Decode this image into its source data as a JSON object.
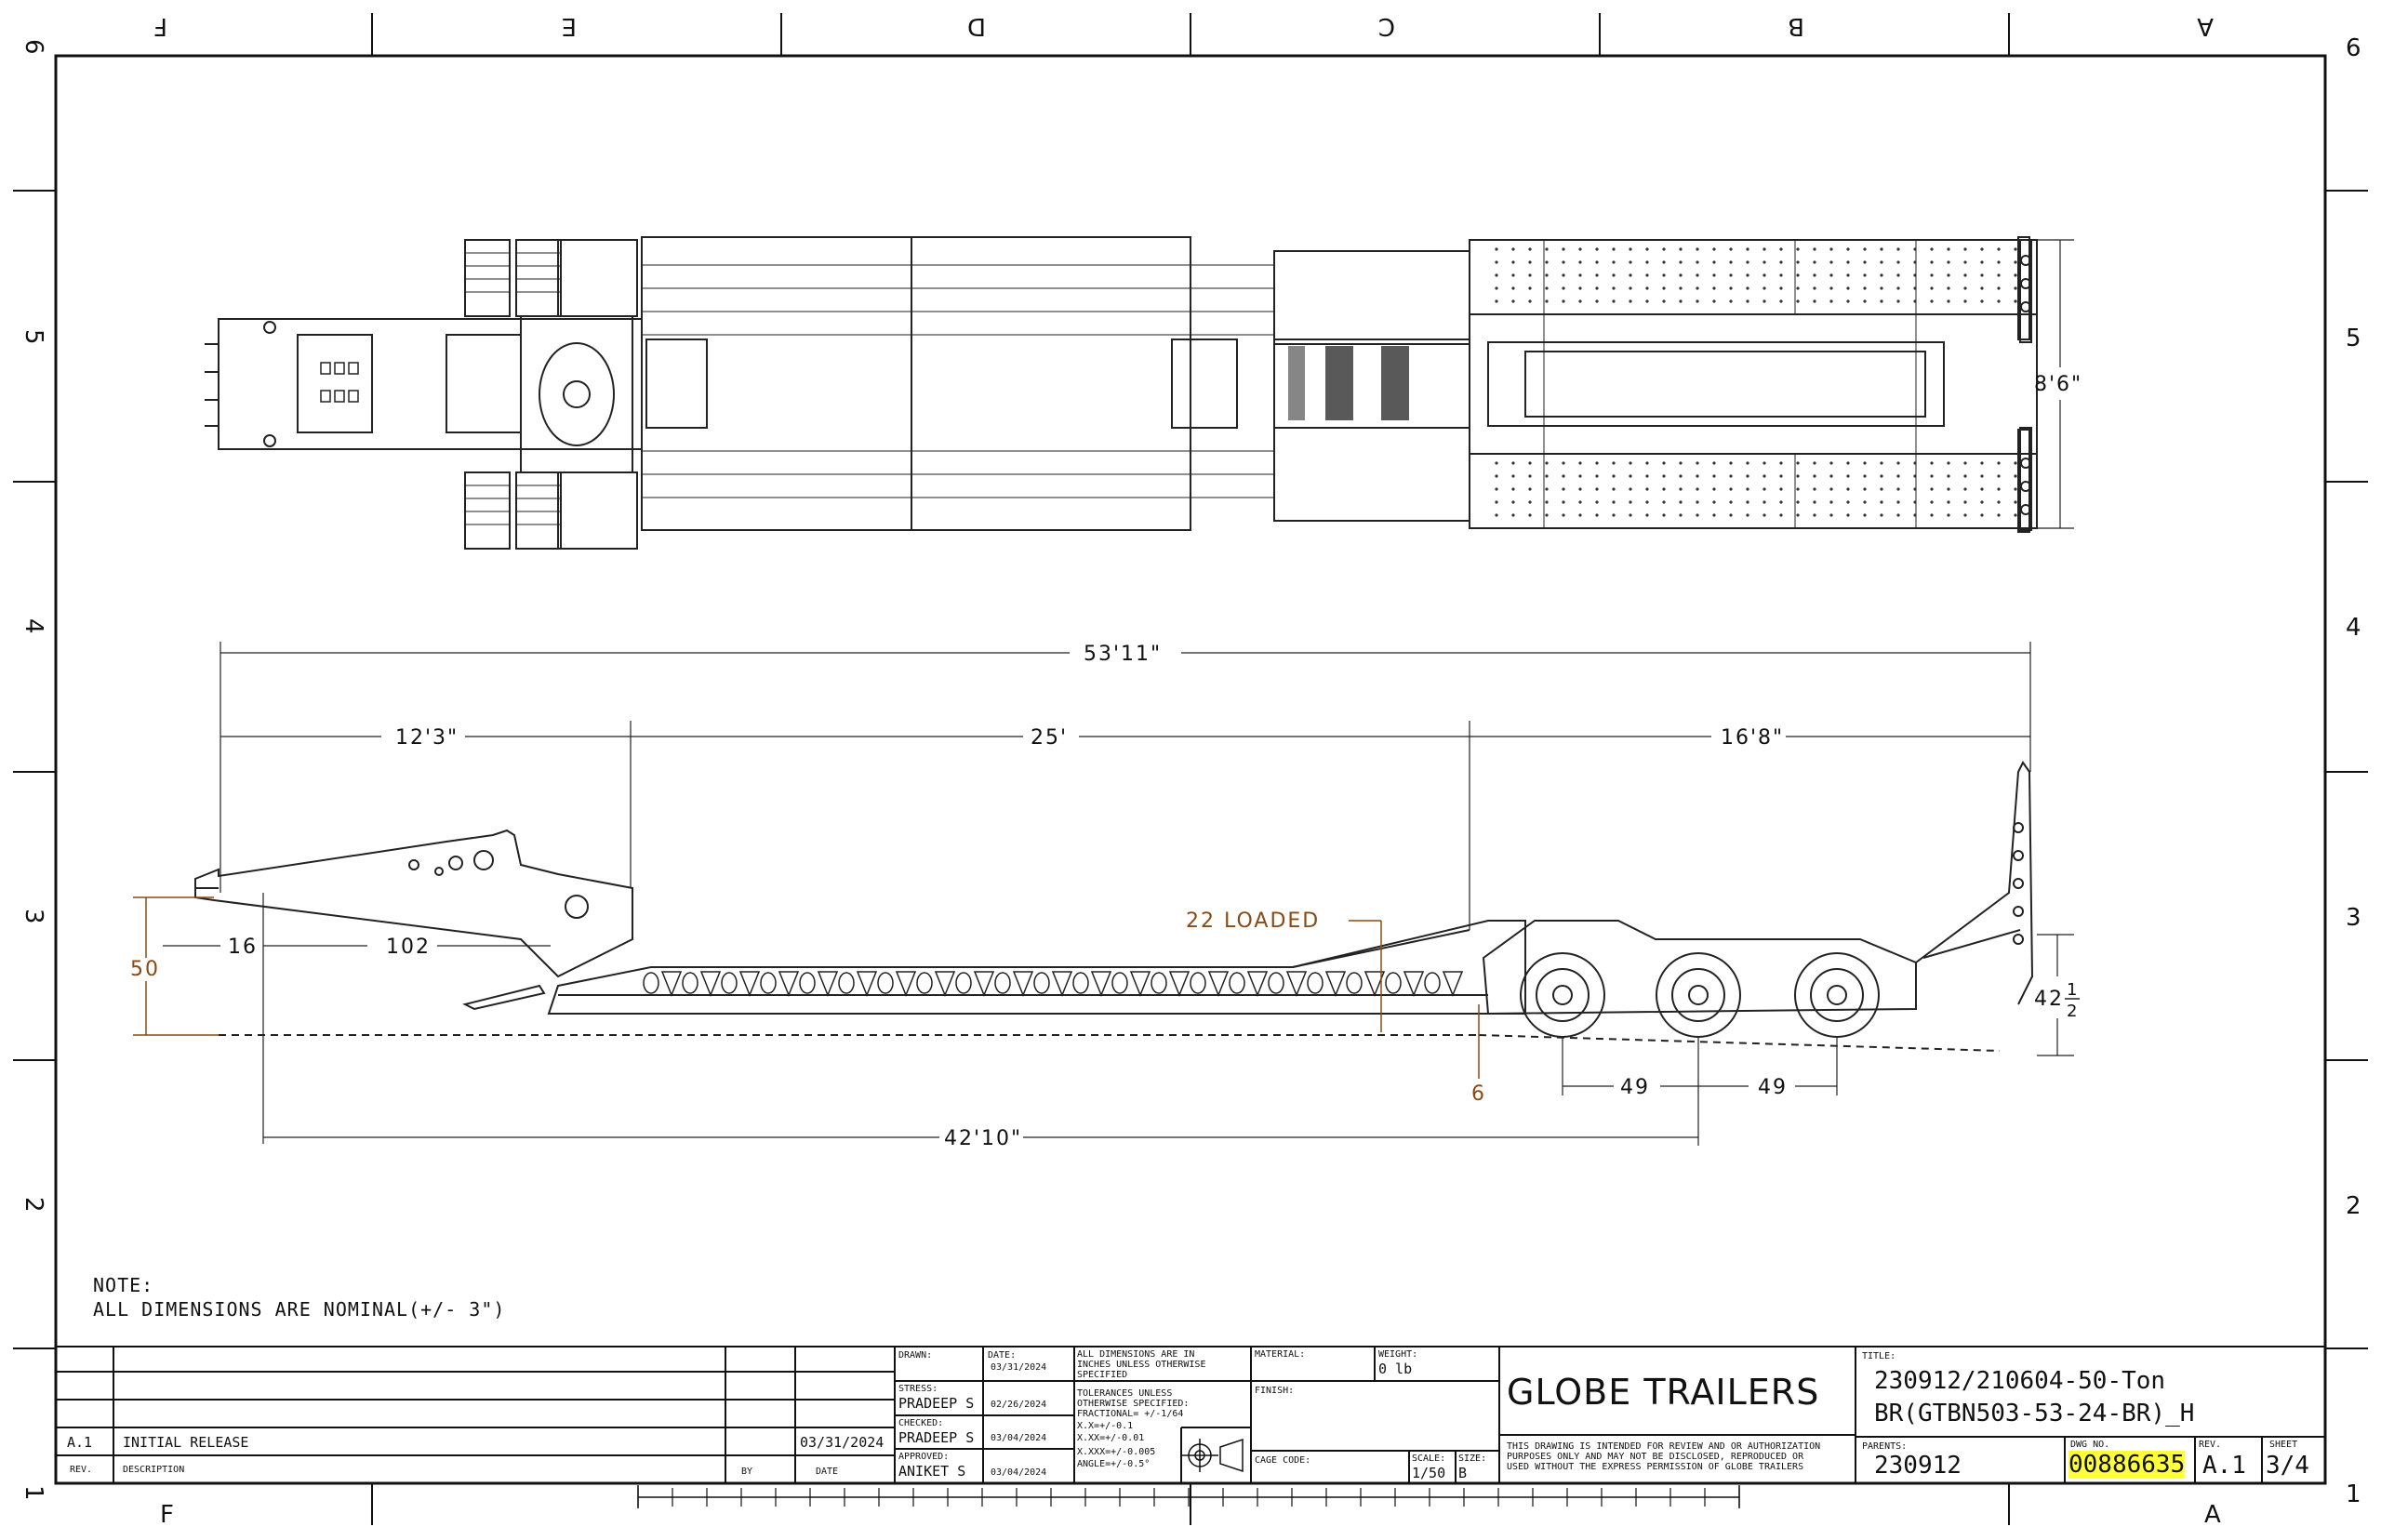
{
  "zones": {
    "columns": [
      "F",
      "E",
      "D",
      "C",
      "B",
      "A"
    ],
    "rows": [
      "6",
      "5",
      "4",
      "3",
      "2",
      "1"
    ]
  },
  "top_view": {
    "width_dim": "8'6\""
  },
  "side_view": {
    "overall": "53'11\"",
    "gooseneck": "12'3\"",
    "deck": "25'",
    "rear": "16'8\"",
    "d16": "16",
    "d102": "102",
    "d50": "50",
    "loaded": "22  LOADED",
    "d6": "6",
    "axle1": "49",
    "axle2": "49",
    "kingpin_to_axle": "42'10\"",
    "ramp_height_whole": "42",
    "ramp_height_num": "1",
    "ramp_height_den": "2"
  },
  "note": {
    "line1": "NOTE:",
    "line2": "ALL DIMENSIONS ARE NOMINAL(+/- 3\")"
  },
  "title_block": {
    "revision_row": {
      "rev": "A.1",
      "description": "INITIAL RELEASE",
      "date": "03/31/2024"
    },
    "headers": {
      "rev": "REV.",
      "description": "DESCRIPTION",
      "by": "BY",
      "date": "DATE"
    },
    "drawn": {
      "label": "DRAWN:",
      "name": "",
      "date_label": "DATE:",
      "date": "03/31/2024"
    },
    "stress": {
      "label": "STRESS:",
      "name": "PRADEEP S",
      "date": "02/26/2024"
    },
    "checked": {
      "label": "CHECKED:",
      "name": "PRADEEP S",
      "date": "03/04/2024"
    },
    "approved": {
      "label": "APPROVED:",
      "name": "ANIKET S",
      "date": "03/04/2024"
    },
    "tolerances": [
      "ALL DIMENSIONS ARE IN",
      "INCHES UNLESS OTHERWISE",
      "SPECIFIED",
      "TOLERANCES UNLESS",
      "OTHERWISE SPECIFIED:",
      "FRACTIONAL= +/-1/64",
      "X.X=+/-0.1",
      "X.XX=+/-0.01",
      "X.XXX=+/-0.005",
      "ANGLE=+/-0.5°"
    ],
    "material_label": "MATERIAL:",
    "weight_label": "WEIGHT:",
    "weight": "0 lb",
    "finish_label": "FINISH:",
    "cage_code_label": "CAGE CODE:",
    "scale_label": "SCALE:",
    "scale": "1/50",
    "size_label": "SIZE:",
    "size": "B",
    "company": "GLOBE TRAILERS",
    "disclaimer": [
      "THIS DRAWING IS INTENDED FOR REVIEW AND OR AUTHORIZATION",
      "PURPOSES ONLY AND MAY NOT BE DISCLOSED, REPRODUCED OR",
      "USED WITHOUT THE EXPRESS PERMISSION OF GLOBE TRAILERS"
    ],
    "title_label": "TITLE:",
    "title_line1": "230912/210604-50-Ton",
    "title_line2": "BR(GTBN503-53-24-BR)_H",
    "parents_label": "PARENTS:",
    "parents": "230912",
    "dwg_label": "DWG NO.",
    "dwg_no": "00886635",
    "rev_label": "REV.",
    "rev": "A.1",
    "sheet_label": "SHEET",
    "sheet": "3/4"
  },
  "colors": {
    "line": "#222222",
    "dimension_accent": "#8a4a14",
    "highlight": "#ffff3a"
  }
}
